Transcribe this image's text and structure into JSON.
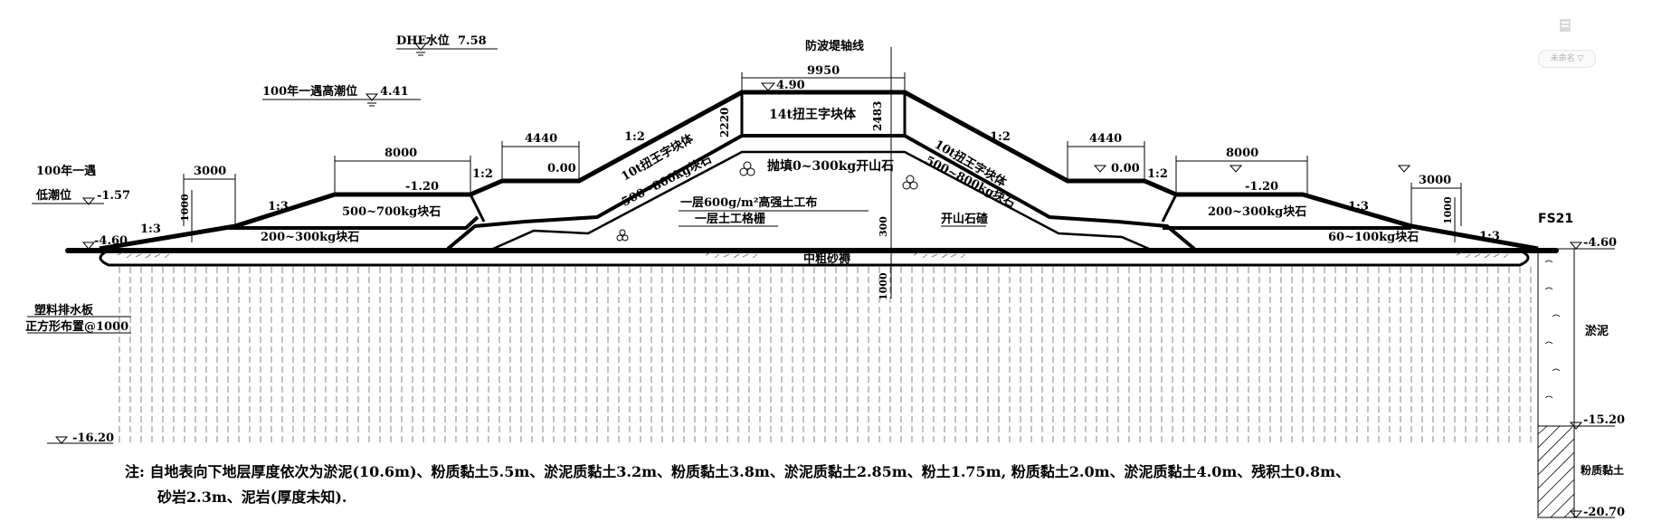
{
  "labels": {
    "dhf_water": "DHF水位",
    "dhf_elev": "7.58",
    "tide100_high": "100年一遇高潮位",
    "tide100_high_elev": "4.41",
    "tide100_low_line1": "100年一遇",
    "tide100_low_line2": "低潮位",
    "tide100_low_elev": "-1.57",
    "axis_label": "防波堤轴线",
    "crest_width": "9950",
    "crest_elev": "4.90",
    "crown_block": "14t扭王字块体",
    "crown_height": "2483",
    "armor_left": "10t扭王字块体",
    "armor_right": "10t扭王字块体",
    "armor_thick": "2220",
    "left_berm_width": "4440",
    "left_berm_elev": "0.00",
    "right_berm_width": "4440",
    "right_berm_elev": "0.00",
    "left_toe_width": "8000",
    "left_toe_elev": "-1.20",
    "right_toe_width": "8000",
    "right_toe_elev": "-1.20",
    "left_outer_width": "3000",
    "right_outer_width": "3000",
    "left_outer_height": "1000",
    "right_outer_height": "1000",
    "slope_12": "1:2",
    "slope_13": "1:3",
    "left_seabed_elev": "-4.60",
    "stone_500_800_left": "500~800kg块石",
    "stone_500_800_right": "500~800kg块石",
    "stone_500_700": "500~700kg块石",
    "stone_200_300_left": "200~300kg块石",
    "stone_200_300_right": "200~300kg块石",
    "stone_60_100": "60~100kg块石",
    "core_fill": "抛填0~300kg开山石",
    "geotextile": "一层600g/m²高强土工布",
    "geogrid": "一层土工格栅",
    "quarry_slag": "开山石碴",
    "dim_300": "300",
    "sand_cushion": "中粗砂褥",
    "dim_1000": "1000",
    "drain_board": "塑料排水板",
    "drain_layout": "正方形布置@1000",
    "bottom_elev": "-16.20",
    "borehole_id": "FS21",
    "borehole_top": "-4.60",
    "borehole_layer1": "淤泥",
    "borehole_mid": "-15.20",
    "borehole_layer2": "粉质黏土",
    "borehole_bottom": "-20.70",
    "badge_text": "未命名 ▽"
  },
  "note": {
    "line1": "注: 自地表向下地层厚度依次为淤泥(10.6m)、粉质黏土5.5m、淤泥质黏土3.2m、粉质黏土3.8m、淤泥质黏土2.85m、粉土1.75m, 粉质黏土2.0m、淤泥质黏土4.0m、残积土0.8m、",
    "line2": "砂岩2.3m、泥岩(厚度未知)."
  }
}
